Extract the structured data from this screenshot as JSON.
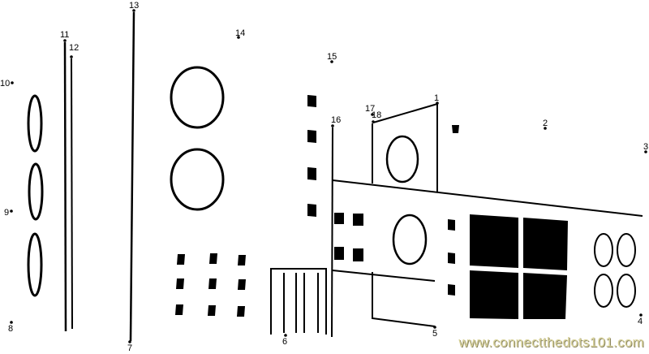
{
  "puzzle": {
    "dots": [
      {
        "label": "1"
      },
      {
        "label": "2"
      },
      {
        "label": "3"
      },
      {
        "label": "4"
      },
      {
        "label": "5"
      },
      {
        "label": "6"
      },
      {
        "label": "7"
      },
      {
        "label": "8"
      },
      {
        "label": "9"
      },
      {
        "label": "10"
      },
      {
        "label": "11"
      },
      {
        "label": "12"
      },
      {
        "label": "13"
      },
      {
        "label": "14"
      },
      {
        "label": "15"
      },
      {
        "label": "16"
      },
      {
        "label": "17"
      },
      {
        "label": "18"
      }
    ]
  },
  "watermark": "www.connectthedots101.com"
}
